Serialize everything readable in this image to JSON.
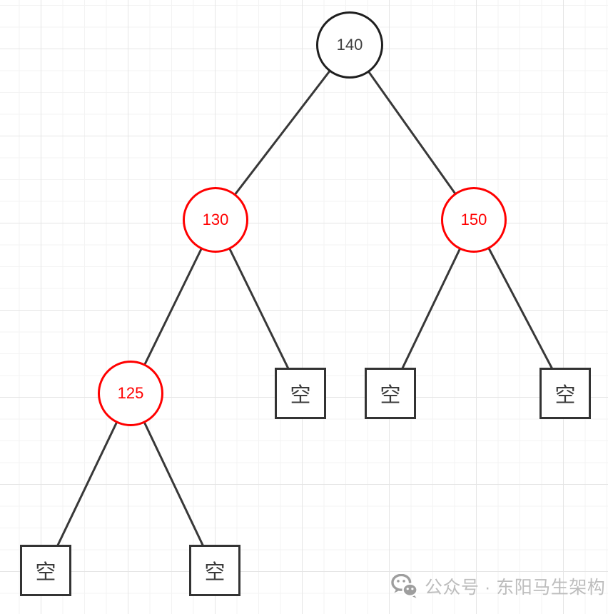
{
  "canvas": {
    "background": "#ffffff",
    "grid_minor_color": "#f3f3f3",
    "grid_major_color": "#e5e5e5"
  },
  "diagram": {
    "type": "binary-tree",
    "edge_color": "#383838",
    "nodes": [
      {
        "id": "140",
        "label": "140",
        "shape": "circle",
        "stroke": "#1f1f1f",
        "text_color": "#404040",
        "role": "root"
      },
      {
        "id": "130",
        "label": "130",
        "shape": "circle",
        "stroke": "#ff0000",
        "text_color": "#ff0000",
        "role": "left-child-of-140"
      },
      {
        "id": "150",
        "label": "150",
        "shape": "circle",
        "stroke": "#ff0000",
        "text_color": "#ff0000",
        "role": "right-child-of-140"
      },
      {
        "id": "125",
        "label": "125",
        "shape": "circle",
        "stroke": "#ff0000",
        "text_color": "#ff0000",
        "role": "left-child-of-130"
      },
      {
        "id": "empty-130-right",
        "label": "空",
        "shape": "square",
        "stroke": "#333333",
        "text_color": "#3a3a3a",
        "role": "right-child-of-130"
      },
      {
        "id": "empty-150-left",
        "label": "空",
        "shape": "square",
        "stroke": "#333333",
        "text_color": "#3a3a3a",
        "role": "left-child-of-150"
      },
      {
        "id": "empty-150-right",
        "label": "空",
        "shape": "square",
        "stroke": "#333333",
        "text_color": "#3a3a3a",
        "role": "right-child-of-150"
      },
      {
        "id": "empty-125-left",
        "label": "空",
        "shape": "square",
        "stroke": "#333333",
        "text_color": "#3a3a3a",
        "role": "left-child-of-125"
      },
      {
        "id": "empty-125-right",
        "label": "空",
        "shape": "square",
        "stroke": "#333333",
        "text_color": "#3a3a3a",
        "role": "right-child-of-125"
      }
    ],
    "edges": [
      "140-130",
      "140-150",
      "130-125",
      "130-empty-130-right",
      "150-empty-150-left",
      "150-empty-150-right",
      "125-empty-125-left",
      "125-empty-125-right"
    ]
  },
  "watermark": {
    "icon": "wechat-icon",
    "icon_color": "#9e9e9e",
    "text": "公众号 · 东阳马生架构",
    "text_color": "#bdbdbd"
  }
}
